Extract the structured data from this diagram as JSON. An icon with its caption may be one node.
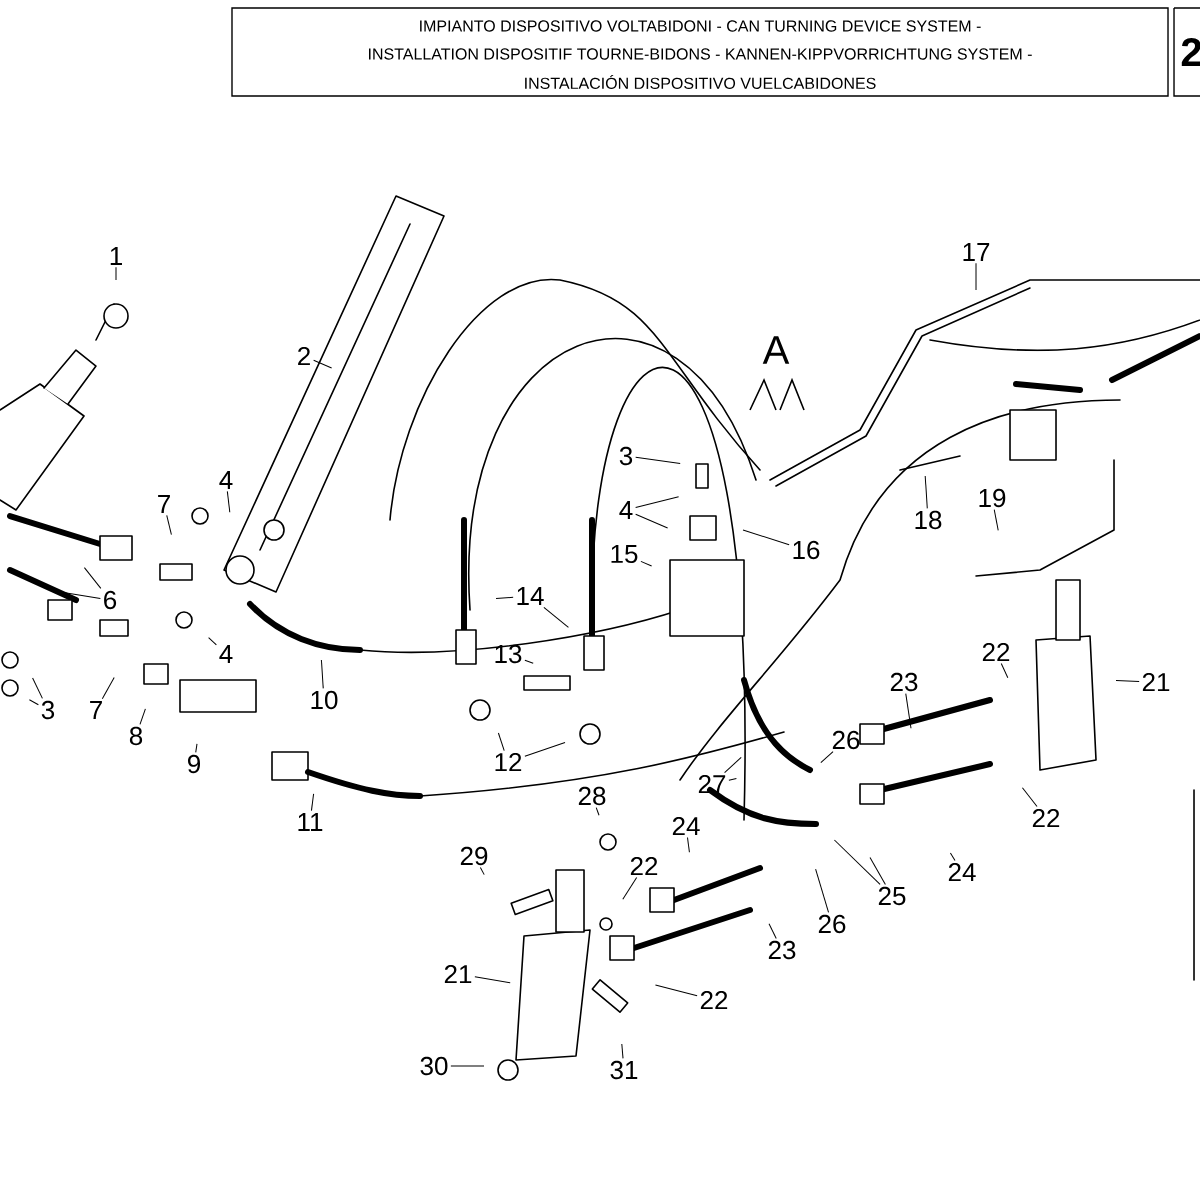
{
  "diagram": {
    "nodes": [
      {
        "text": [
          "1"
        ]
      },
      {
        "text": [
          "2"
        ]
      },
      {
        "text": [
          "7"
        ]
      },
      {
        "text": [
          "4"
        ]
      },
      {
        "text": [
          "6"
        ]
      },
      {
        "text": [
          "3"
        ]
      },
      {
        "text": [
          "7"
        ]
      },
      {
        "text": [
          "8"
        ]
      },
      {
        "text": [
          "4"
        ]
      },
      {
        "text": [
          "9"
        ]
      },
      {
        "text": [
          "10"
        ]
      },
      {
        "text": [
          "11"
        ]
      },
      {
        "text": [
          "14"
        ]
      },
      {
        "text": [
          "13"
        ]
      },
      {
        "text": [
          "12"
        ]
      },
      {
        "text": [
          "3"
        ]
      },
      {
        "text": [
          "4"
        ]
      },
      {
        "text": [
          "16"
        ]
      },
      {
        "text": [
          "15"
        ]
      },
      {
        "text": [
          "17"
        ]
      },
      {
        "text": [
          "18"
        ]
      },
      {
        "text": [
          "19"
        ]
      },
      {
        "text": [
          "22"
        ]
      },
      {
        "text": [
          "21"
        ]
      },
      {
        "text": [
          "23"
        ]
      },
      {
        "text": [
          "26"
        ]
      },
      {
        "text": [
          "27"
        ]
      },
      {
        "text": [
          "22"
        ]
      },
      {
        "text": [
          "24"
        ]
      },
      {
        "text": [
          "25"
        ]
      },
      {
        "text": [
          "26"
        ]
      },
      {
        "text": [
          "28"
        ]
      },
      {
        "text": [
          "22"
        ]
      },
      {
        "text": [
          "24"
        ]
      },
      {
        "text": [
          "23"
        ]
      },
      {
        "text": [
          "29"
        ]
      },
      {
        "text": [
          "21"
        ]
      },
      {
        "text": [
          "22"
        ]
      },
      {
        "text": [
          "30"
        ]
      },
      {
        "text": [
          "31"
        ]
      }
    ],
    "edges": [
      {
        "from": 0,
        "to": null,
        "arrow": "none"
      },
      {
        "from": 1,
        "to": null,
        "arrow": "none"
      },
      {
        "from": 2,
        "to": null,
        "arrow": "none"
      },
      {
        "from": 3,
        "to": null,
        "arrow": "none"
      },
      {
        "from": 4,
        "to": null,
        "arrow": "none"
      },
      {
        "from": 4,
        "to": null,
        "arrow": "none"
      },
      {
        "from": 5,
        "to": null,
        "arrow": "none"
      },
      {
        "from": 5,
        "to": null,
        "arrow": "none"
      },
      {
        "from": 6,
        "to": null,
        "arrow": "none"
      },
      {
        "from": 7,
        "to": null,
        "arrow": "none"
      },
      {
        "from": 8,
        "to": null,
        "arrow": "none"
      },
      {
        "from": 9,
        "to": null,
        "arrow": "none"
      },
      {
        "from": 10,
        "to": null,
        "arrow": "none"
      },
      {
        "from": 11,
        "to": null,
        "arrow": "none"
      },
      {
        "from": 12,
        "to": null,
        "arrow": "none"
      },
      {
        "from": 12,
        "to": null,
        "arrow": "none"
      },
      {
        "from": 13,
        "to": null,
        "arrow": "none"
      },
      {
        "from": 14,
        "to": null,
        "arrow": "none"
      },
      {
        "from": 14,
        "to": null,
        "arrow": "none"
      },
      {
        "from": 15,
        "to": null,
        "arrow": "none"
      },
      {
        "from": 16,
        "to": null,
        "arrow": "none"
      },
      {
        "from": 16,
        "to": null,
        "arrow": "none"
      },
      {
        "from": 17,
        "to": null,
        "arrow": "none"
      },
      {
        "from": 18,
        "to": null,
        "arrow": "none"
      },
      {
        "from": 19,
        "to": null,
        "arrow": "none"
      },
      {
        "from": 20,
        "to": null,
        "arrow": "none"
      },
      {
        "from": 21,
        "to": null,
        "arrow": "none"
      },
      {
        "from": 22,
        "to": null,
        "arrow": "none"
      },
      {
        "from": 23,
        "to": null,
        "arrow": "none"
      },
      {
        "from": 24,
        "to": null,
        "arrow": "none"
      },
      {
        "from": 25,
        "to": null,
        "arrow": "none"
      },
      {
        "from": 26,
        "to": null,
        "arrow": "none"
      },
      {
        "from": 26,
        "to": null,
        "arrow": "none"
      },
      {
        "from": 27,
        "to": null,
        "arrow": "none"
      },
      {
        "from": 28,
        "to": null,
        "arrow": "none"
      },
      {
        "from": 29,
        "to": null,
        "arrow": "none"
      },
      {
        "from": 29,
        "to": null,
        "arrow": "none"
      },
      {
        "from": 30,
        "to": null,
        "arrow": "none"
      },
      {
        "from": 31,
        "to": null,
        "arrow": "none"
      },
      {
        "from": 32,
        "to": null,
        "arrow": "none"
      },
      {
        "from": 33,
        "to": null,
        "arrow": "none"
      },
      {
        "from": 34,
        "to": null,
        "arrow": "none"
      },
      {
        "from": 35,
        "to": null,
        "arrow": "none"
      },
      {
        "from": 36,
        "to": null,
        "arrow": "none"
      },
      {
        "from": 37,
        "to": null,
        "arrow": "none"
      },
      {
        "from": 38,
        "to": null,
        "arrow": "none"
      },
      {
        "from": 39,
        "to": null,
        "arrow": "none"
      }
    ],
    "labels": [
      "IMPIANTO DISPOSITIVO VOLTABIDONI - CAN TURNING DEVICE SYSTEM -",
      "INSTALLATION DISPOSITIF TOURNE-BIDONS - KANNEN-KIPPVORRICHTUNG SYSTEM -",
      "INSTALACIÓN DISPOSITIVO VUELCABIDONES",
      "2",
      "A"
    ]
  }
}
